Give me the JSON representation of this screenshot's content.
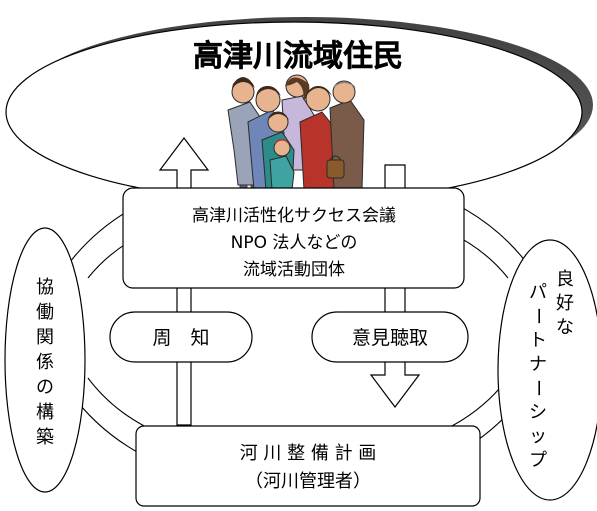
{
  "residents": {
    "title": "高津川流域住民"
  },
  "top_box": {
    "line1": "高津川活性化サクセス会議",
    "line2": "NPO 法人などの",
    "line3": "流域活動団体"
  },
  "bottom_box": {
    "line1": "河 川 整 備 計 画",
    "line2": "（河川管理者）"
  },
  "left_pill": {
    "label": "周　知"
  },
  "right_pill": {
    "label": "意見聴取"
  },
  "left_side_oval": {
    "chars": [
      "協",
      "働",
      "関",
      "係",
      "の",
      "構",
      "築"
    ]
  },
  "right_side_oval": {
    "col1": [
      "良",
      "好",
      "な"
    ],
    "col2": [
      "パ",
      "ー",
      "ト",
      "ナ",
      "ー",
      "シ",
      "ッ",
      "プ"
    ]
  },
  "people_illustration": {
    "icon": "group-of-people-illustration",
    "colors": {
      "skin": "#e8b48f",
      "hair_dark": "#3a2a1e",
      "coat_grey": "#7d7f95",
      "coat_blue": "#6f86b8",
      "coat_red": "#b8342b",
      "coat_lilac": "#c7b7da",
      "coat_teal": "#2c8c8a",
      "bag_brown": "#8a5a2b"
    }
  }
}
